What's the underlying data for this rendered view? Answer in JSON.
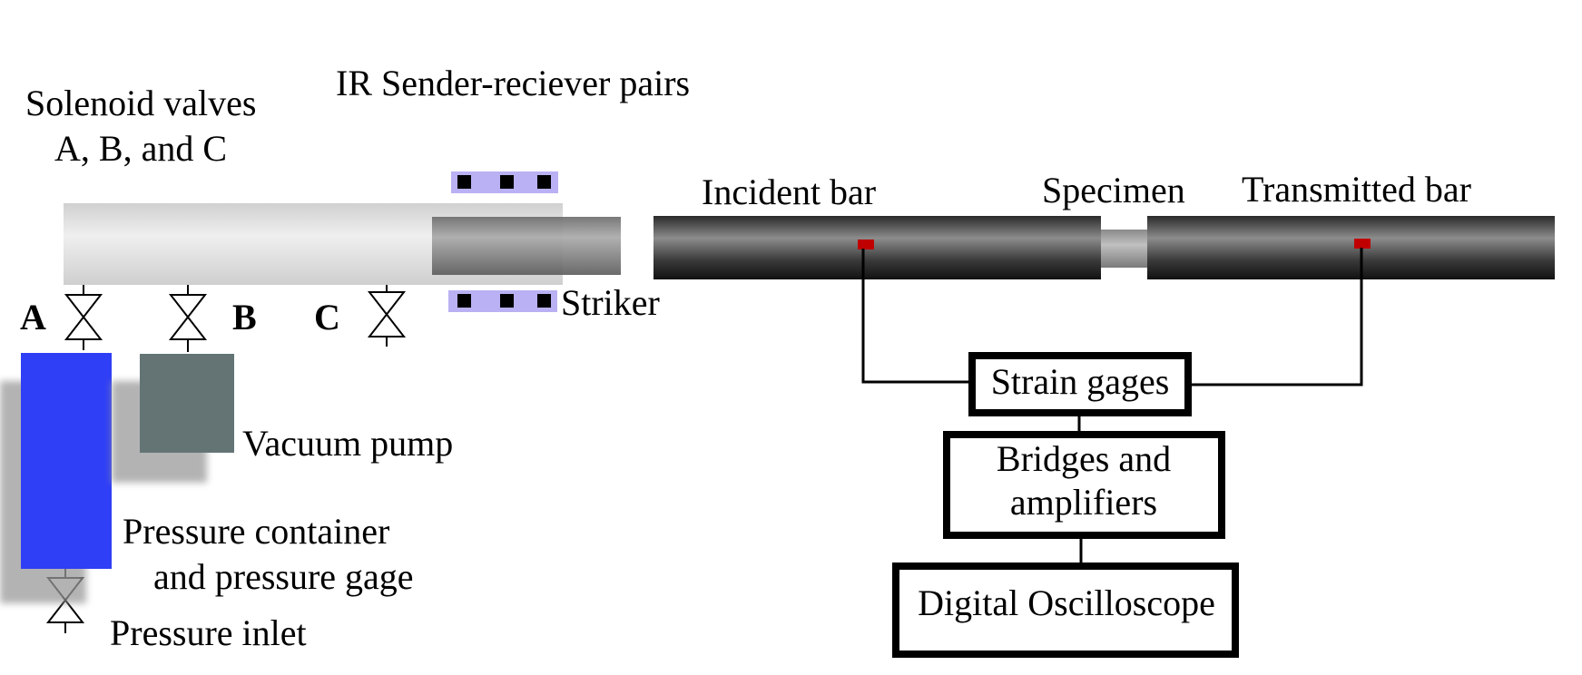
{
  "labels": {
    "solenoid_line1": "Solenoid valves",
    "solenoid_line2": "A, B, and C",
    "ir_pairs": "IR Sender-reciever pairs",
    "striker": "Striker",
    "valve_a": "A",
    "valve_b": "B",
    "valve_c": "C",
    "vacuum_pump": "Vacuum pump",
    "pressure_container_line1": "Pressure container",
    "pressure_container_line2": "and pressure gage",
    "pressure_inlet": "Pressure inlet",
    "incident_bar": "Incident bar",
    "specimen": "Specimen",
    "transmitted_bar": "Transmitted bar",
    "strain_gages": "Strain gages",
    "bridges_line1": "Bridges and",
    "bridges_line2": "amplifiers",
    "oscilloscope": "Digital Oscilloscope"
  },
  "colors": {
    "pressure_container": "#2f3ff5",
    "vacuum_pump": "#647475",
    "ir_sensor_strip": "#b9b1f3",
    "strain_gage_mark": "#c00000",
    "gas_gun_tube": "#dedede",
    "bar": "#3a3a3a"
  }
}
